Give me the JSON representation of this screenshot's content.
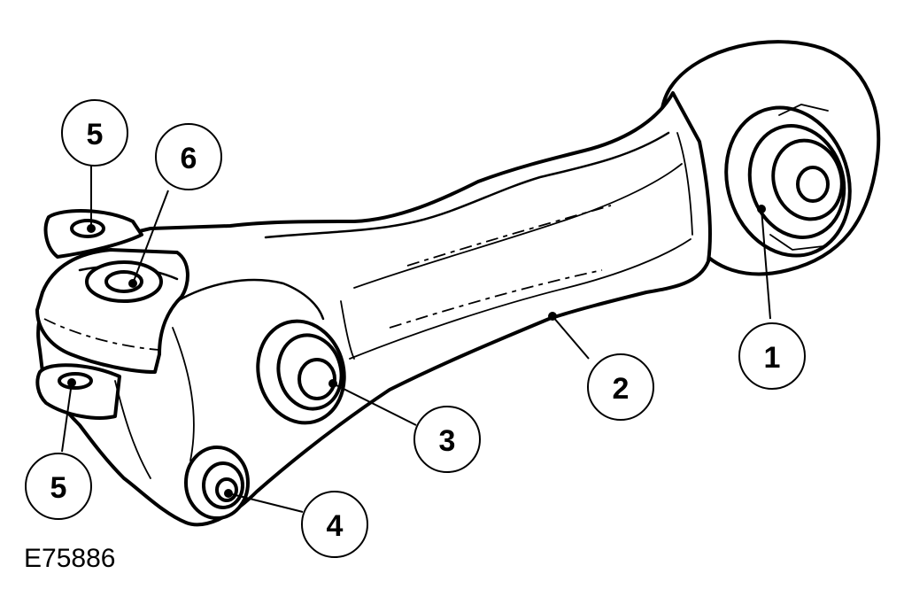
{
  "figure_reference": "E75886",
  "callouts": [
    {
      "id": "1",
      "label": "1"
    },
    {
      "id": "2",
      "label": "2"
    },
    {
      "id": "3",
      "label": "3"
    },
    {
      "id": "4",
      "label": "4"
    },
    {
      "id": "5a",
      "label": "5"
    },
    {
      "id": "5b",
      "label": "5"
    },
    {
      "id": "6",
      "label": "6"
    }
  ]
}
